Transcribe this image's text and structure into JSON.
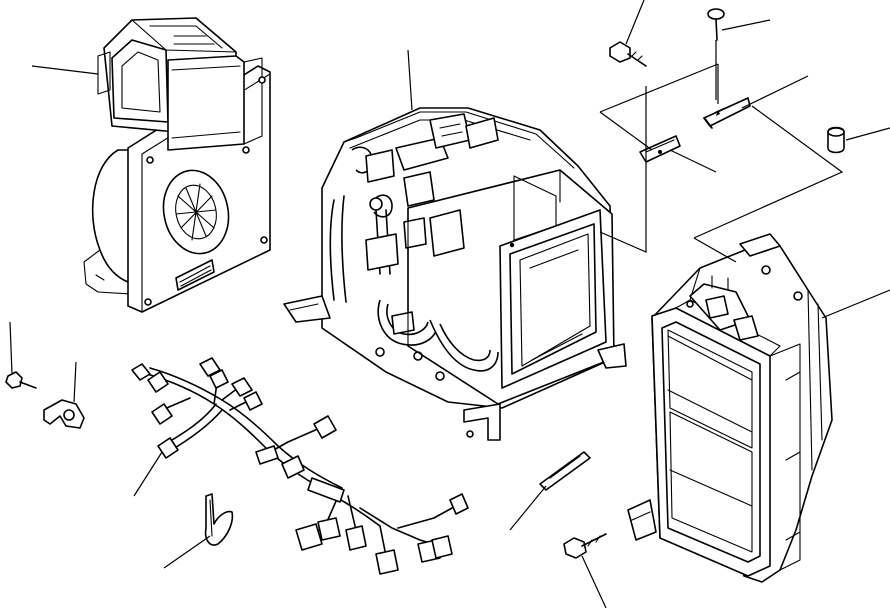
{
  "diagram": {
    "background": "#ffffff",
    "ink": "#000000",
    "parts": [
      "blower-unit",
      "heater-evaporator-unit",
      "filter-cover-unit",
      "wiring-harness",
      "clamp",
      "cable-tie",
      "thermistor-sensor",
      "bracket",
      "spacer",
      "bolt",
      "screw"
    ]
  }
}
